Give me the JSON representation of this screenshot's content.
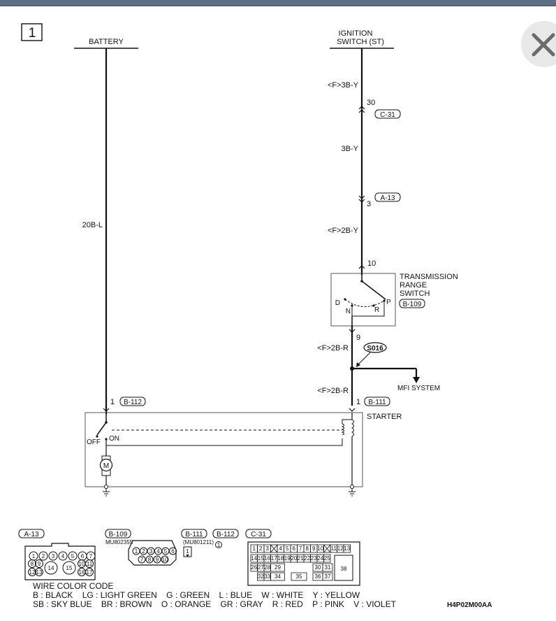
{
  "diagram": {
    "page_number": "1",
    "battery": "BATTERY",
    "ignition_line1": "IGNITION",
    "ignition_line2": "SWITCH (ST)",
    "wire_20bl": "20B-L",
    "wire_f3by": "<F>3B-Y",
    "pin_30": "30",
    "conn_c31": "C-31",
    "wire_3by": "3B-Y",
    "conn_a13": "A-13",
    "pin_3": "3",
    "wire_f2by": "<F>2B-Y",
    "pin_10": "10",
    "trs_line1": "TRANSMISSION",
    "trs_line2": "RANGE",
    "trs_line3": "SWITCH",
    "conn_b109": "B-109",
    "pos_d": "D",
    "pos_n": "N",
    "pos_r": "R",
    "pos_p": "P",
    "pin_9": "9",
    "wire_f2br_1": "<F>2B-R",
    "splice_s016": "S016",
    "mfi_system": "MFI SYSTEM",
    "wire_f2br_2": "<F>2B-R",
    "pin_1_left": "1",
    "conn_b112": "B-112",
    "pin_1_right": "1",
    "conn_b111": "B-111",
    "starter": "STARTER",
    "off": "OFF",
    "on": "ON",
    "motor": "M"
  },
  "connectors": {
    "a13": "A-13",
    "b109": "B-109",
    "b109_part": "MU802355",
    "b111": "B-111",
    "b111_part": "(MU801211)",
    "b112": "B-112",
    "c31": "C-31",
    "a13_pins": [
      "1",
      "2",
      "3",
      "4",
      "5",
      "6",
      "7",
      "8",
      "9",
      "10",
      "11",
      "12",
      "13",
      "14",
      "15",
      "16",
      "17"
    ],
    "b109_pins": [
      "1",
      "2",
      "3",
      "4",
      "5",
      "6",
      "7",
      "8",
      "9",
      "10"
    ],
    "b111_pin": "1",
    "b112_pin": "1",
    "c31_row1": [
      "1",
      "2",
      "3",
      "4",
      "5",
      "6",
      "7",
      "8",
      "9",
      "10",
      "11",
      "12",
      "13"
    ],
    "c31_row2": [
      "14",
      "15",
      "16",
      "17",
      "18",
      "19",
      "20",
      "21",
      "22",
      "23",
      "24",
      "25"
    ],
    "c31_row3": [
      "26",
      "27",
      "28",
      "29",
      "30",
      "31"
    ],
    "c31_row4": [
      "32",
      "33",
      "34",
      "35",
      "36",
      "37"
    ],
    "c31_big": "38"
  },
  "legend": {
    "title": "WIRE COLOR CODE",
    "line1": "B : BLACK    LG : LIGHT GREEN    G : GREEN    L : BLUE    W : WHITE    Y : YELLOW",
    "line2": "SB : SKY BLUE    BR : BROWN    O : ORANGE    GR : GRAY    R : RED    P : PINK    V : VIOLET",
    "code": "H4P02M00AA"
  }
}
